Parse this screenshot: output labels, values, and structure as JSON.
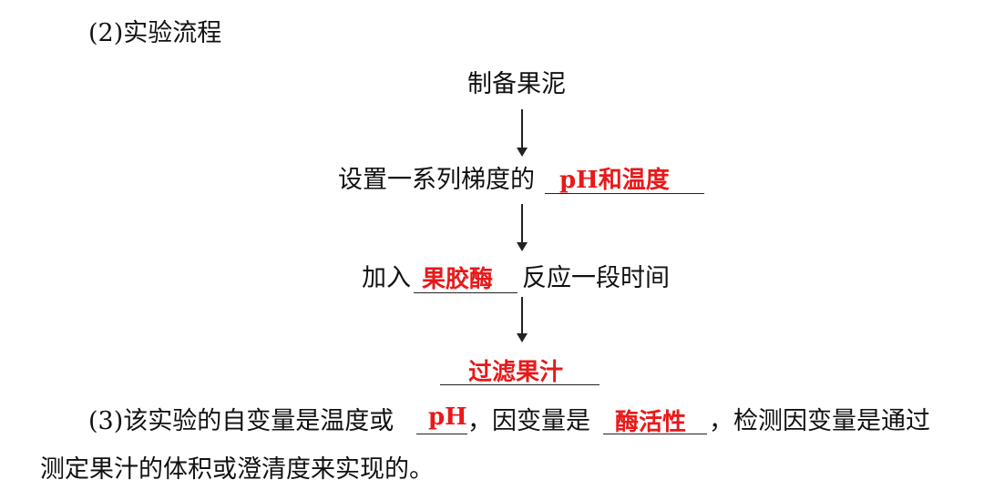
{
  "section2": {
    "title": "(2)实验流程"
  },
  "flow": {
    "step1": "制备果泥",
    "step2": {
      "prefix": "设置一系列梯度的",
      "answer": "pH和温度"
    },
    "step3": {
      "prefix": "加入",
      "answer": "果胶酶",
      "suffix": "反应一段时间"
    },
    "step4": {
      "answer": "过滤果汁"
    }
  },
  "section3": {
    "prefix": "(3)该实验的自变量是温度或",
    "answer1": "pH",
    "mid": "，因变量是",
    "answer2": "酶活性",
    "suffix": "，检测因变量是通过",
    "line2": "测定果汁的体积或澄清度来实现的。"
  },
  "colors": {
    "answer": "#e8191a",
    "text": "#111111"
  }
}
